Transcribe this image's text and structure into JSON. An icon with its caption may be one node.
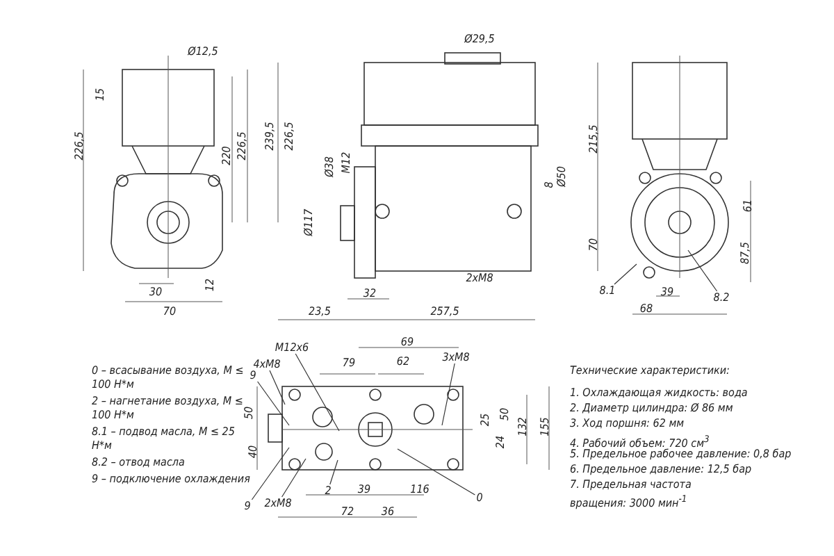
{
  "diagram": {
    "nodes": [
      {
        "text": [
          "8.1"
        ]
      },
      {
        "text": [
          "8.2"
        ]
      },
      {
        "text": [
          "M12x6"
        ]
      },
      {
        "text": [
          "4xM8"
        ]
      },
      {
        "text": [
          "3xM8"
        ]
      },
      {
        "text": [
          "9"
        ]
      },
      {
        "text": [
          "9"
        ]
      },
      {
        "text": [
          "2xM8"
        ]
      },
      {
        "text": [
          "2"
        ]
      },
      {
        "text": [
          "0"
        ]
      }
    ],
    "edges": [
      {
        "from": 0,
        "to": null,
        "arrow": "none"
      },
      {
        "from": 1,
        "to": null,
        "arrow": "none"
      },
      {
        "from": 2,
        "to": null,
        "arrow": "none"
      },
      {
        "from": 3,
        "to": null,
        "arrow": "none"
      },
      {
        "from": 4,
        "to": null,
        "arrow": "none"
      },
      {
        "from": 5,
        "to": null,
        "arrow": "none"
      },
      {
        "from": 6,
        "to": null,
        "arrow": "none"
      },
      {
        "from": 7,
        "to": null,
        "arrow": "none"
      },
      {
        "from": 8,
        "to": null,
        "arrow": "none"
      },
      {
        "from": 9,
        "to": null,
        "arrow": "none"
      }
    ],
    "labels": [
      "Ø12,5",
      "15",
      "226,5",
      "220",
      "226,5",
      "239,5",
      "226,5",
      "Ø29,5",
      "Ø38",
      "M12",
      "Ø117",
      "8",
      "Ø50",
      "215,5",
      "70",
      "12",
      "30",
      "2xM8",
      "32",
      "70",
      "23,5",
      "257,5",
      "61",
      "87,5",
      "39",
      "68",
      "69",
      "79",
      "62",
      "50",
      "40",
      "25",
      "50",
      "24",
      "132",
      "155",
      "39",
      "116",
      "72",
      "36",
      "0 – всасывание воздуха, M ≤ 100 Н*м",
      "2 – нагнетание воздуха, M ≤ 100 Н*м",
      "8.1 – подвод масла, M ≤ 25 Н*м",
      "8.2 – отвод масла",
      "9 – подключение охлаждения",
      "Технические характеристики:",
      "1. Охлаждающая жидкость: вода",
      "2. Диаметр цилиндра: Ø 86 мм",
      "3. Ход поршня: 62 мм",
      "4. Рабочий объем: 720 см$^{3}$",
      "5. Предельное рабочее давление: 0,8 бар",
      "6. Предельное давление: 12,5 бар",
      "7. Предельная частота вращения: 3000 мин$^{-1}$"
    ]
  }
}
